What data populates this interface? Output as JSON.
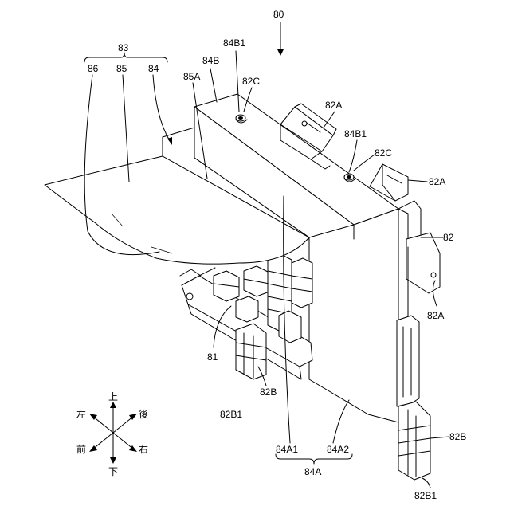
{
  "figure": {
    "labels": {
      "l80": "80",
      "l83": "83",
      "l86": "86",
      "l85": "85",
      "l84": "84",
      "l85A": "85A",
      "l84B": "84B",
      "l84B1_top": "84B1",
      "l82C_top": "82C",
      "l82A_top": "82A",
      "l84B1_mid": "84B1",
      "l82C_mid": "82C",
      "l82A_right": "82A",
      "l82": "82",
      "l82A_low": "82A",
      "l81": "81",
      "l82B_left": "82B",
      "l82B1_left": "82B1",
      "l84A1": "84A1",
      "l84A2": "84A2",
      "l84A": "84A",
      "l82B_right": "82B",
      "l82B1_bottom": "82B1"
    },
    "compass": {
      "up": "上",
      "down": "下",
      "left": "左",
      "right": "右",
      "front": "前",
      "rear": "後"
    }
  }
}
